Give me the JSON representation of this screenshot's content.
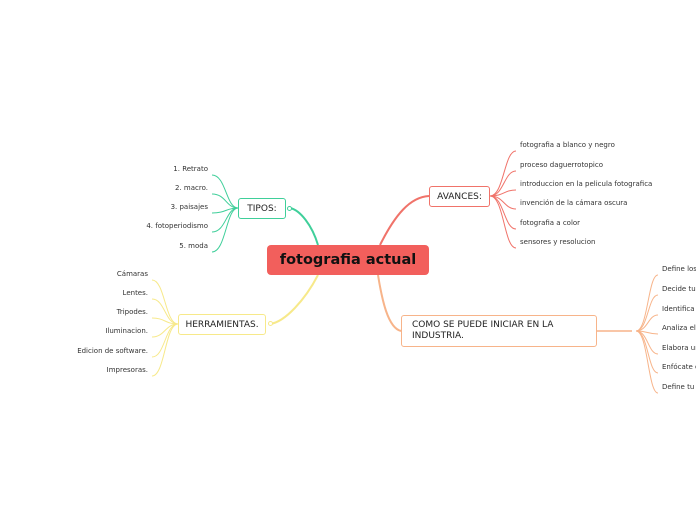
{
  "center": {
    "label": "fotografia actual"
  },
  "branches": {
    "tipos": {
      "label": "TIPOS:",
      "color": "#3fcf9a",
      "items": [
        "1. Retrato",
        "2. macro.",
        "3. paisajes",
        "4. fotoperiodismo",
        "5. moda"
      ]
    },
    "herramientas": {
      "label": "HERRAMIENTAS.",
      "color": "#f7e98a",
      "items": [
        "Cámaras",
        "Lentes.",
        "Tripodes.",
        "Iluminacion.",
        "Edicion de software.",
        "Impresoras."
      ]
    },
    "avances": {
      "label": "AVANCES:",
      "color": "#f0736a",
      "items": [
        "fotografia a blanco y negro",
        "proceso daguerrotopico",
        "introduccion en la pelicula fotografica",
        "invención de la cámara oscura",
        "fotografia a color",
        "sensores y resolucion"
      ]
    },
    "industria": {
      "label": "COMO SE PUEDE INICIAR EN LA INDUSTRIA.",
      "color": "#f7b48a",
      "items": [
        "Define los",
        "Decide tu",
        "Identifica",
        "Analiza el",
        "Elabora un",
        "Enfócate e",
        "Define tu"
      ]
    }
  }
}
